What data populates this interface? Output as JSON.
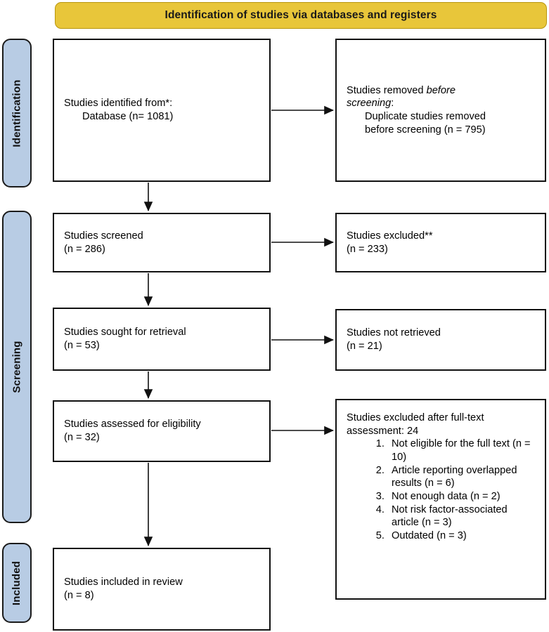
{
  "banner": {
    "title": "Identification of studies via databases and registers",
    "color": "#e8c63a"
  },
  "stages": {
    "color": "#b8cce4",
    "identification": "Identification",
    "screening": "Screening",
    "included": "Included"
  },
  "boxes": {
    "identified": {
      "line1": "Studies identified from*:",
      "line2": "Database (n= 1081)"
    },
    "removed": {
      "line1_a": "Studies removed ",
      "line1_b": "before",
      "line2_a": "screening",
      "line2_b": ":",
      "line3": "Duplicate studies removed",
      "line4": "before screening (n = 795)"
    },
    "screened": {
      "line1": "Studies screened",
      "line2": "(n = 286)"
    },
    "excluded": {
      "line1": "Studies excluded**",
      "line2": "(n = 233)"
    },
    "sought": {
      "line1": "Studies sought for retrieval",
      "line2": "(n = 53)"
    },
    "not_retrieved": {
      "line1": "Studies not retrieved",
      "line2": "(n = 21)"
    },
    "assessed": {
      "line1": "Studies assessed for eligibility",
      "line2": "(n = 32)"
    },
    "fulltext_excluded": {
      "line1": "Studies excluded after full-text",
      "line2": "assessment: 24",
      "reasons": [
        "Not eligible for the full text (n = 10)",
        "Article reporting overlapped results (n = 6)",
        "Not enough data (n = 2)",
        "Not risk factor-associated article (n = 3)",
        "Outdated (n = 3)"
      ]
    },
    "included": {
      "line1": "Studies included in review",
      "line2": "(n = 8)"
    }
  },
  "chart_data": {
    "type": "diagram",
    "title": "Identification of studies via databases and registers",
    "nodes": [
      {
        "id": "identified",
        "stage": "Identification",
        "label": "Studies identified from*: Database",
        "n": 1081
      },
      {
        "id": "removed",
        "stage": "Identification",
        "label": "Duplicate studies removed before screening",
        "n": 795
      },
      {
        "id": "screened",
        "stage": "Screening",
        "label": "Studies screened",
        "n": 286
      },
      {
        "id": "excluded",
        "stage": "Screening",
        "label": "Studies excluded**",
        "n": 233
      },
      {
        "id": "sought",
        "stage": "Screening",
        "label": "Studies sought for retrieval",
        "n": 53
      },
      {
        "id": "not_retrieved",
        "stage": "Screening",
        "label": "Studies not retrieved",
        "n": 21
      },
      {
        "id": "assessed",
        "stage": "Screening",
        "label": "Studies assessed for eligibility",
        "n": 32
      },
      {
        "id": "fulltext",
        "stage": "Screening",
        "label": "Studies excluded after full-text assessment",
        "n": 24
      },
      {
        "id": "included",
        "stage": "Included",
        "label": "Studies included in review",
        "n": 8
      }
    ],
    "exclusion_reasons": [
      {
        "rank": 1,
        "reason": "Not eligible for the full text",
        "n": 10
      },
      {
        "rank": 2,
        "reason": "Article reporting overlapped results",
        "n": 6
      },
      {
        "rank": 3,
        "reason": "Not enough data",
        "n": 2
      },
      {
        "rank": 4,
        "reason": "Not risk factor-associated article",
        "n": 3
      },
      {
        "rank": 5,
        "reason": "Outdated",
        "n": 3
      }
    ],
    "edges": [
      {
        "from": "identified",
        "to": "removed",
        "dir": "right"
      },
      {
        "from": "identified",
        "to": "screened",
        "dir": "down"
      },
      {
        "from": "screened",
        "to": "excluded",
        "dir": "right"
      },
      {
        "from": "screened",
        "to": "sought",
        "dir": "down"
      },
      {
        "from": "sought",
        "to": "not_retrieved",
        "dir": "right"
      },
      {
        "from": "sought",
        "to": "assessed",
        "dir": "down"
      },
      {
        "from": "assessed",
        "to": "fulltext",
        "dir": "right"
      },
      {
        "from": "assessed",
        "to": "included",
        "dir": "down"
      }
    ]
  }
}
